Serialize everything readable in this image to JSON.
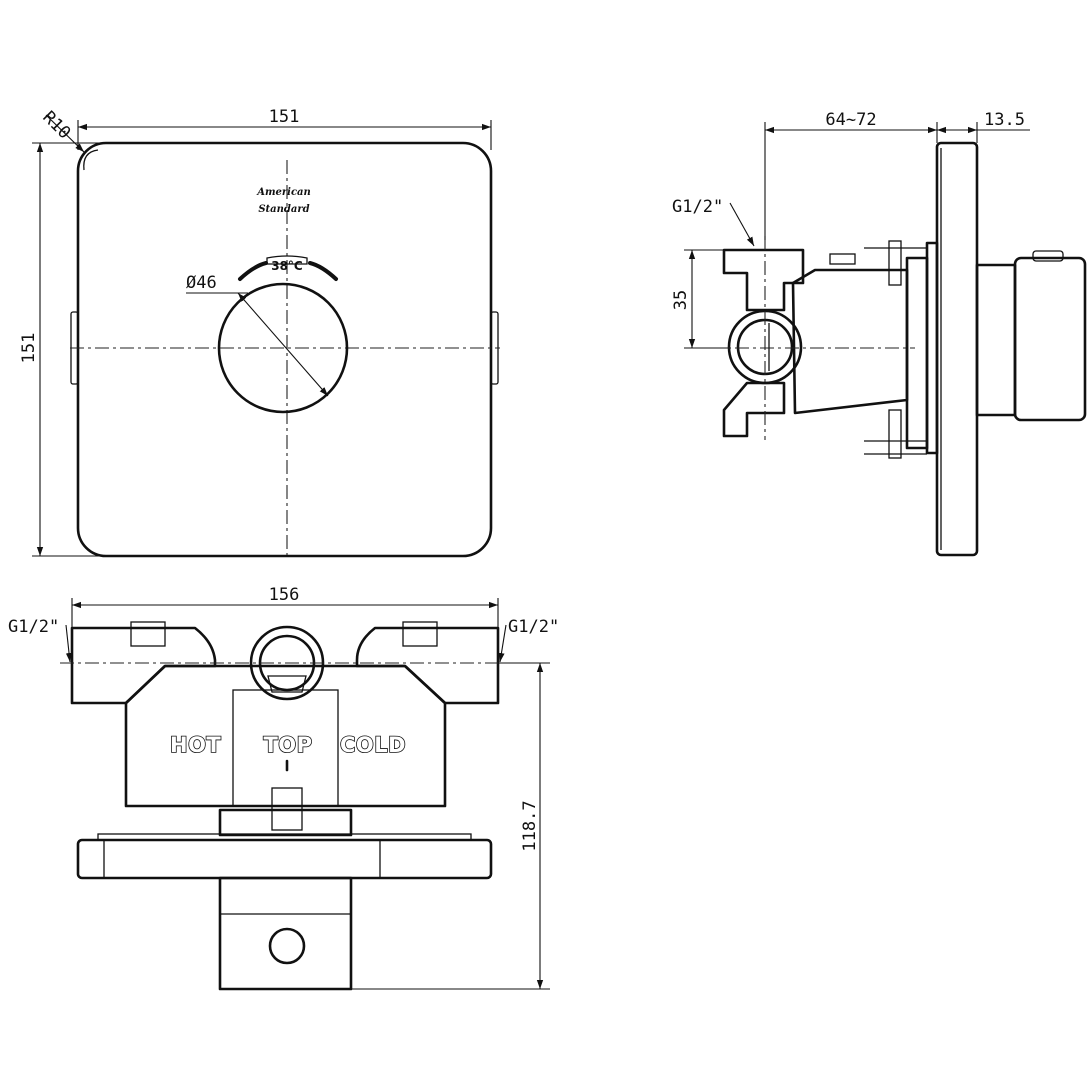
{
  "front_view": {
    "width_dim": "151",
    "height_dim": "151",
    "radius_dim": "R10",
    "knob_diameter_dim": "Ø46",
    "brand_line1": "American",
    "brand_line2": "Standard",
    "temperature_mark": "38°C"
  },
  "side_view": {
    "depth_range_dim": "64~72",
    "plate_thickness_dim": "13.5",
    "inlet_offset_dim": "35",
    "thread_label": "G1/2\""
  },
  "top_view": {
    "width_dim": "156",
    "depth_dim": "118.7",
    "thread_left": "G1/2\"",
    "thread_right": "G1/2\"",
    "hot_label": "HOT",
    "top_label": "TOP",
    "cold_label": "COLD"
  }
}
